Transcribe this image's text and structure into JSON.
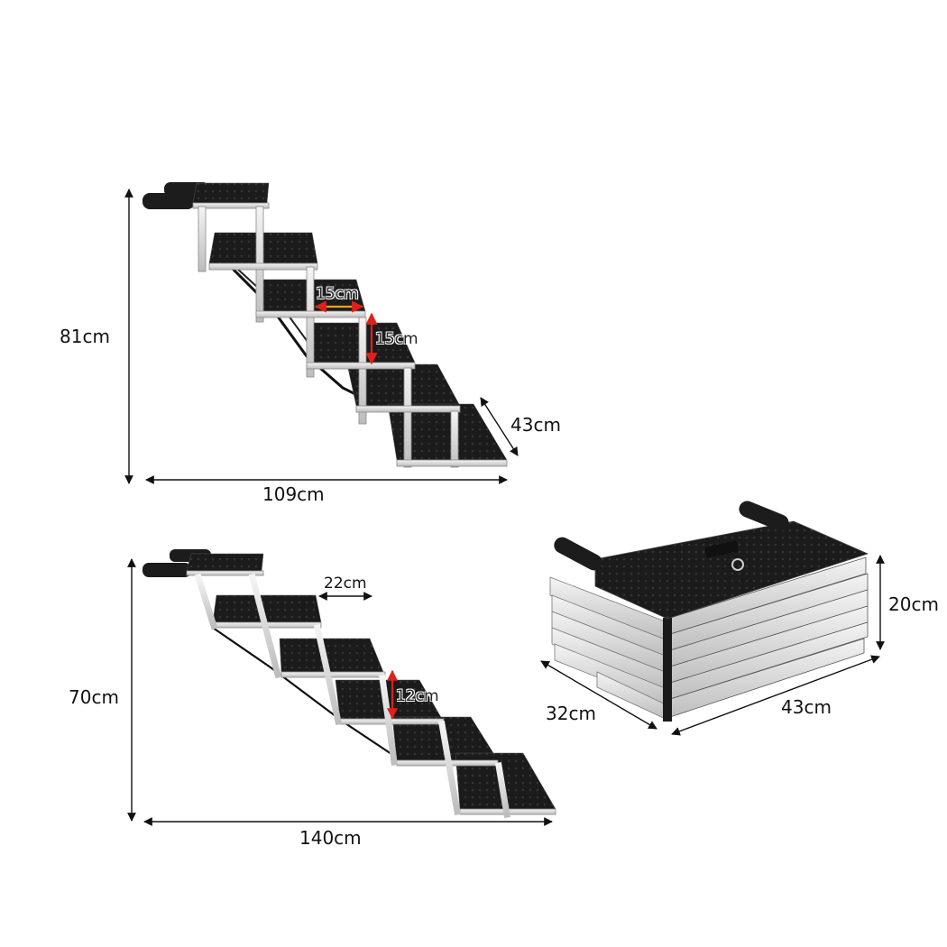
{
  "diagram": {
    "subject": "Folding pet stairs dimensions",
    "views": [
      {
        "id": "tall-configuration",
        "dimensions": {
          "height": "81cm",
          "length": "109cm",
          "width": "43cm",
          "step_depth": "15cm",
          "step_rise": "15cm"
        }
      },
      {
        "id": "extended-configuration",
        "dimensions": {
          "height": "70cm",
          "length": "140cm",
          "step_depth": "22cm",
          "step_rise": "12cm"
        }
      },
      {
        "id": "folded-configuration",
        "dimensions": {
          "height": "20cm",
          "depth": "32cm",
          "width": "43cm"
        }
      }
    ],
    "colors": {
      "tread": "#1a1a1a",
      "frame": "#e8e8e8",
      "frame_edge": "#9a9a9a",
      "dimension_line": "#111111",
      "highlight_arrow": "#e0201a",
      "highlight_arrow_alt": "#f0a020"
    }
  }
}
